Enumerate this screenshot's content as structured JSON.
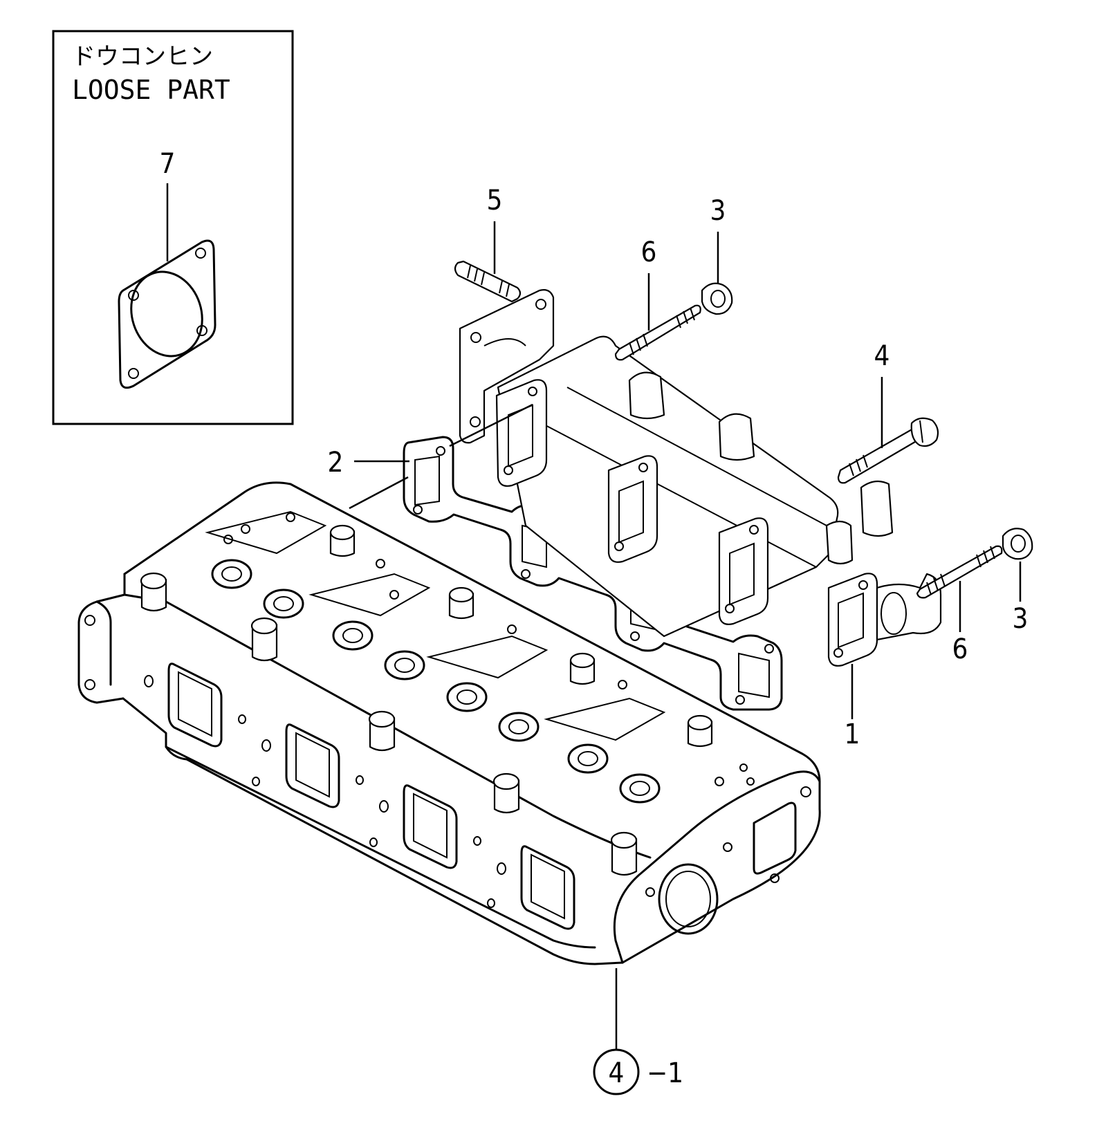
{
  "loose_part_box": {
    "title_jp": "ドウコンヒン",
    "title_en": "LOOSE PART",
    "item_label": "7"
  },
  "callouts": [
    {
      "id": "callout-5",
      "label": "5"
    },
    {
      "id": "callout-3-top",
      "label": "3"
    },
    {
      "id": "callout-6-top",
      "label": "6"
    },
    {
      "id": "callout-4",
      "label": "4"
    },
    {
      "id": "callout-2",
      "label": "2"
    },
    {
      "id": "callout-3-right",
      "label": "3"
    },
    {
      "id": "callout-6-right",
      "label": "6"
    },
    {
      "id": "callout-1",
      "label": "1"
    }
  ],
  "reference": {
    "circled_number": "4",
    "suffix": "−1"
  }
}
